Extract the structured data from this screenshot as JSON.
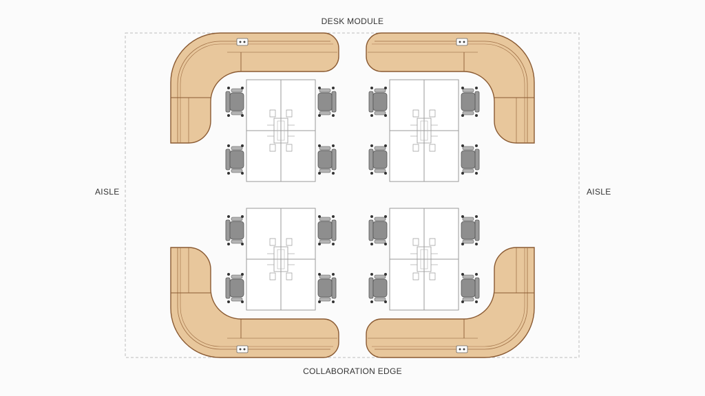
{
  "labels": {
    "top": "DESK MODULE",
    "bottom": "COLLABORATION EDGE",
    "left": "AISLE",
    "right": "AISLE"
  },
  "colors": {
    "background": "#fbfbfb",
    "wood_fill": "#e8c79c",
    "wood_edge": "#8a5a32",
    "desk_line": "#9a9a9a",
    "chair_fill": "#8e8e8e",
    "boundary": "#bdbdbd",
    "label_text": "#333333"
  },
  "layout_notes": {
    "desk_pods": 4,
    "chairs_per_pod": 4,
    "curved_benches": 4,
    "power_outlets": 4
  }
}
